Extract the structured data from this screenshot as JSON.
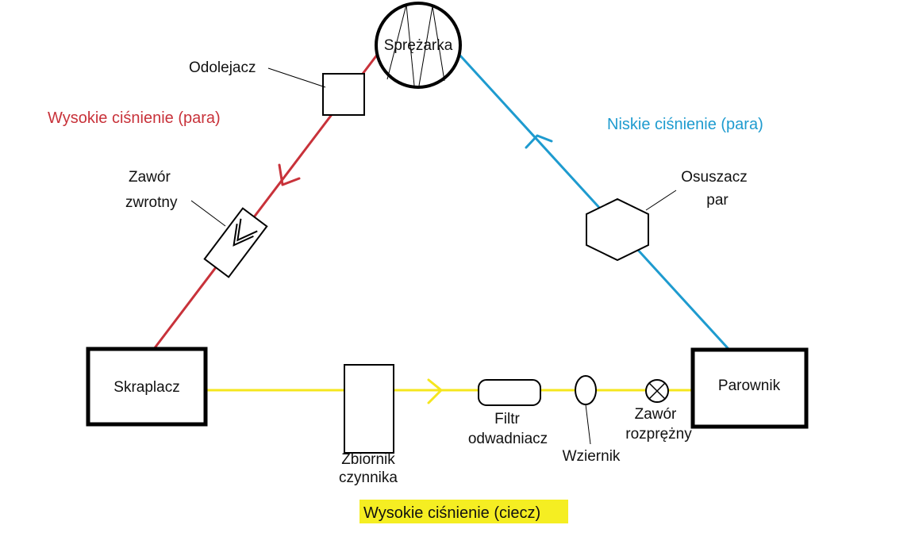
{
  "colors": {
    "high_pressure_vapor": "#c8323a",
    "low_pressure_vapor": "#1e9bcf",
    "high_pressure_liquid": "#f5e61e",
    "outline": "#000000",
    "label_highlight": "#f5ee22"
  },
  "components": {
    "compressor": "Sprężarka",
    "oil_separator": "Odolejacz",
    "check_valve_line1": "Zawór",
    "check_valve_line2": "zwrotny",
    "condenser": "Skraplacz",
    "receiver_line1": "Zbiornik",
    "receiver_line2": "czynnika",
    "filter_line1": "Filtr",
    "filter_line2": "odwadniacz",
    "sight_glass": "Wziernik",
    "expansion_valve_line1": "Zawór",
    "expansion_valve_line2": "rozprężny",
    "evaporator": "Parownik",
    "vapor_dryer_line1": "Osuszacz",
    "vapor_dryer_line2": "par"
  },
  "pressure_labels": {
    "high_vapor": "Wysokie ciśnienie (para)",
    "low_vapor": "Niskie ciśnienie (para)",
    "high_liquid": "Wysokie ciśnienie (ciecz)"
  }
}
